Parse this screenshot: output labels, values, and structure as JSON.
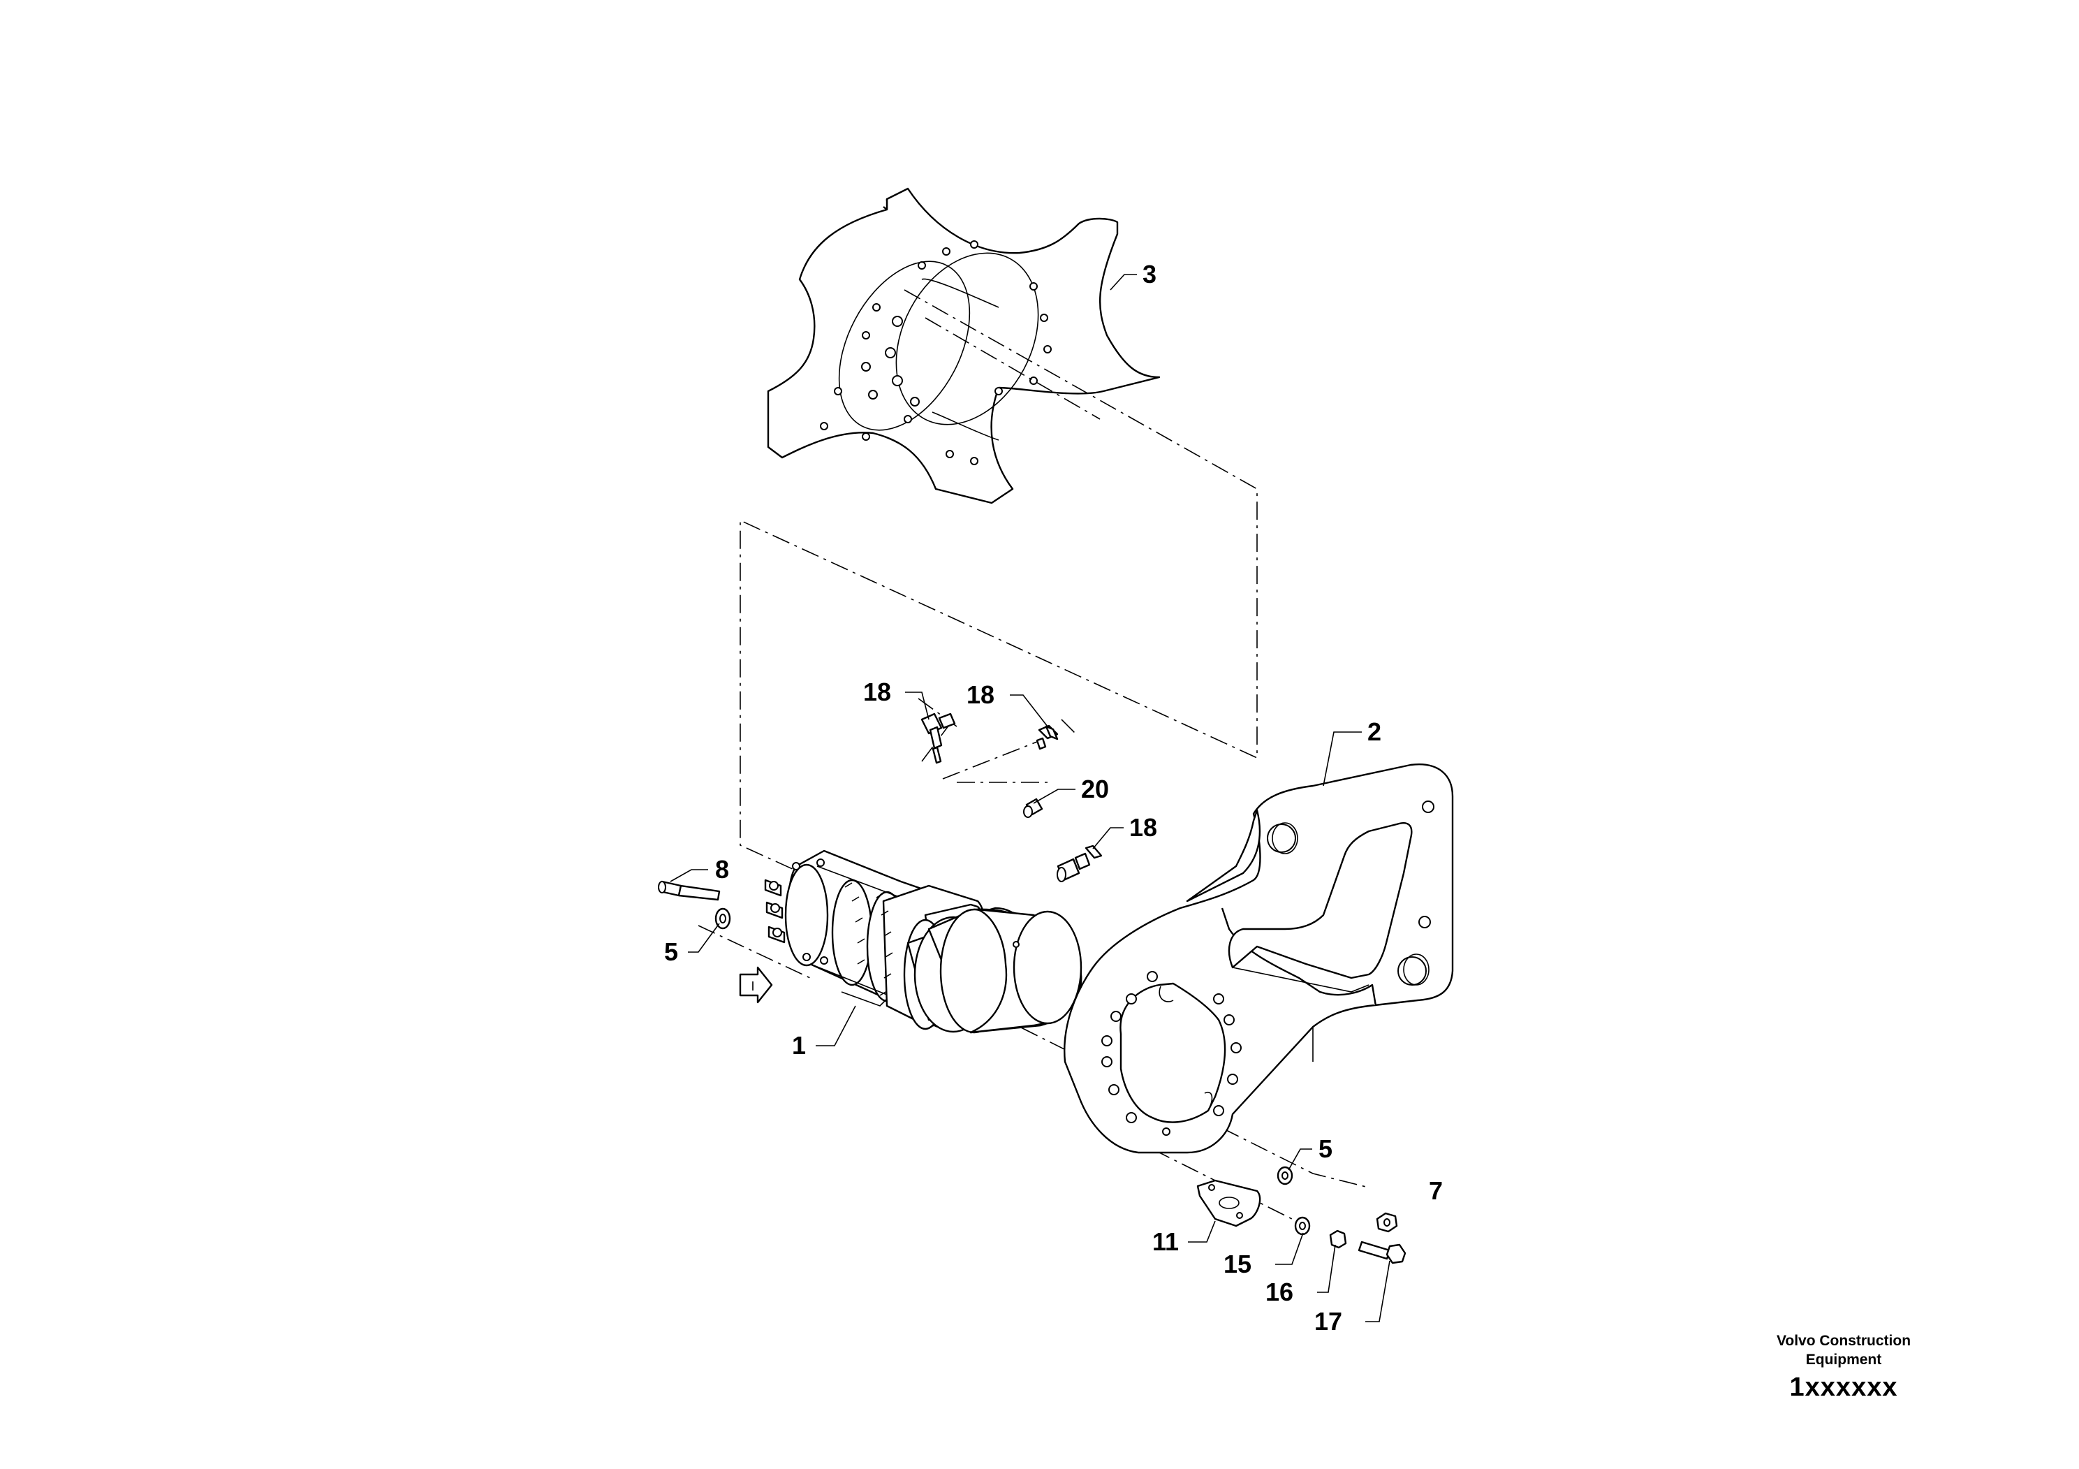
{
  "callouts": {
    "c3": "3",
    "c2": "2",
    "c18a": "18",
    "c18b": "18",
    "c20": "20",
    "c18c": "18",
    "c8": "8",
    "c5a": "5",
    "c1": "1",
    "c5b": "5",
    "c7": "7",
    "c11": "11",
    "c15": "15",
    "c16": "16",
    "c17": "17"
  },
  "view_arrow_letter": "I",
  "footer": {
    "company_line1": "Volvo Construction",
    "company_line2": "Equipment",
    "drawing_number": "1xxxxxx"
  }
}
